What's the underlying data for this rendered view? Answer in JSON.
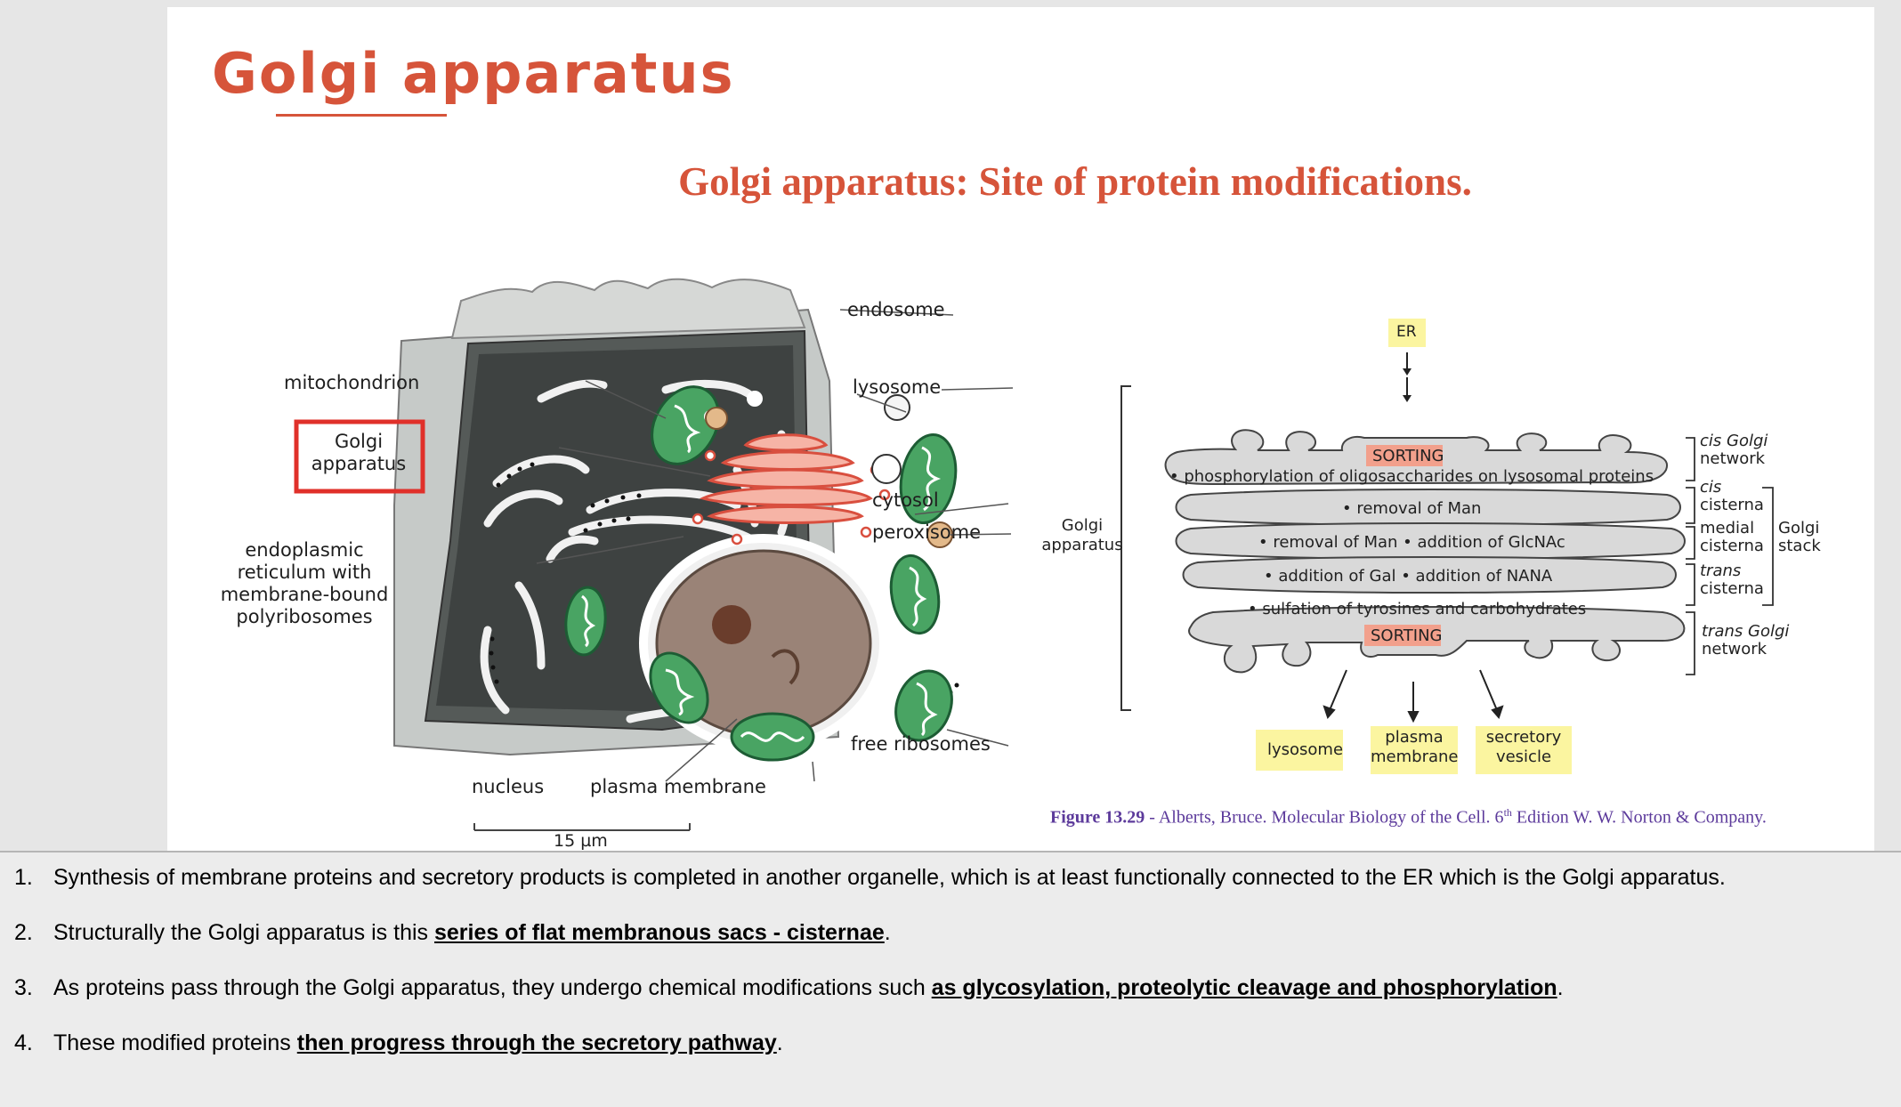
{
  "slide": {
    "title": "Golgi apparatus",
    "subtitle": "Golgi apparatus: Site of protein modifications."
  },
  "cell_figure": {
    "labels": {
      "endosome": "endosome",
      "lysosome": "lysosome",
      "mitochondrion": "mitochondrion",
      "golgi_line1": "Golgi",
      "golgi_line2": "apparatus",
      "er_line1": "endoplasmic",
      "er_line2": "reticulum with",
      "er_line3": "membrane-bound",
      "er_line4": "polyribosomes",
      "cytosol": "cytosol",
      "peroxisome": "peroxisome",
      "free_ribosomes": "free ribosomes",
      "nucleus": "nucleus",
      "plasma_membrane": "plasma membrane",
      "scale": "15 µm"
    },
    "colors": {
      "highlight_box": "#e0302a",
      "mitochondria": "#49a463",
      "golgi": "#e06a5a"
    }
  },
  "golgi_figure": {
    "er": "ER",
    "sorting_top": "SORTING",
    "sorting_bottom": "SORTING",
    "golgi_apparatus_line1": "Golgi",
    "golgi_apparatus_line2": "apparatus",
    "cisternae_text": [
      "• phosphorylation of oligosaccharides on lysosomal proteins",
      "• removal of Man",
      "• removal of Man  • addition of GlcNAc",
      "• addition of Gal  • addition of NANA",
      "• sulfation of tyrosines and carbohydrates"
    ],
    "right_labels": {
      "cis_golgi_network_1": "cis Golgi",
      "cis_golgi_network_2": "network",
      "cis_cisterna_1": "cis",
      "cis_cisterna_2": "cisterna",
      "medial_cisterna_1": "medial",
      "medial_cisterna_2": "cisterna",
      "trans_cisterna_1": "trans",
      "trans_cisterna_2": "cisterna",
      "trans_golgi_network_1": "trans Golgi",
      "trans_golgi_network_2": "network",
      "golgi_stack_1": "Golgi",
      "golgi_stack_2": "stack"
    },
    "destinations": {
      "lysosome": "lysosome",
      "plasma_membrane_1": "plasma",
      "plasma_membrane_2": "membrane",
      "secretory_vesicle_1": "secretory",
      "secretory_vesicle_2": "vesicle"
    },
    "colors": {
      "yellow_box": "#fbf5a0",
      "sorting_box": "#f2a08c",
      "cisterna_fill": "#d9d9d9"
    }
  },
  "caption": {
    "figure": "Figure 13.29",
    "before_sup": " - Alberts, Bruce. Molecular Biology of the Cell. 6",
    "sup": "th",
    "after_sup": " Edition W. W. Norton & Company."
  },
  "notes": {
    "items": [
      {
        "num": "1.",
        "text": "Synthesis of membrane proteins and secretory products is completed in another organelle, which is at least functionally connected to the ER which is the Golgi apparatus.",
        "bold": "",
        "end": ""
      },
      {
        "num": "2.",
        "text": "Structurally the Golgi apparatus is this ",
        "bold": "series of flat membranous sacs - cisternae",
        "end": "."
      },
      {
        "num": "3.",
        "text": "As proteins pass through the Golgi apparatus, they undergo chemical modifications such ",
        "bold": "as glycosylation, proteolytic cleavage and phosphorylation",
        "end": "."
      },
      {
        "num": "4.",
        "text": "These modified proteins ",
        "bold": "then progress through the secretory pathway",
        "end": "."
      }
    ]
  }
}
